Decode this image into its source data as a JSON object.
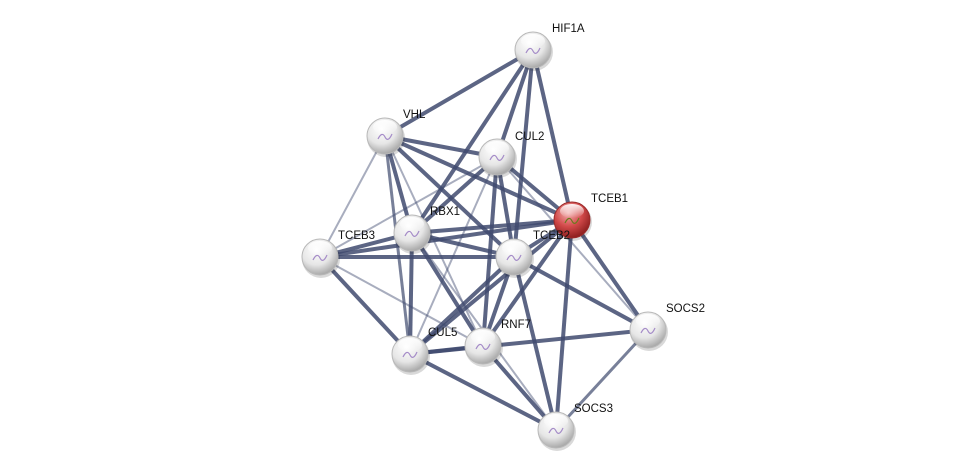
{
  "title": "Protein interaction network",
  "colors": {
    "edge": "#3f4a6e",
    "node": "#e4e4e4",
    "query_node": "#c8393b"
  },
  "nodes": [
    {
      "id": "HIF1A",
      "label": "HIF1A",
      "query": false
    },
    {
      "id": "VHL",
      "label": "VHL",
      "query": false
    },
    {
      "id": "CUL2",
      "label": "CUL2",
      "query": false
    },
    {
      "id": "TCEB1",
      "label": "TCEB1",
      "query": true
    },
    {
      "id": "RBX1",
      "label": "RBX1",
      "query": false
    },
    {
      "id": "TCEB3",
      "label": "TCEB3",
      "query": false
    },
    {
      "id": "TCEB2",
      "label": "TCEB2",
      "query": false
    },
    {
      "id": "SOCS2",
      "label": "SOCS2",
      "query": false
    },
    {
      "id": "CUL5",
      "label": "CUL5",
      "query": false
    },
    {
      "id": "RNF7",
      "label": "RNF7",
      "query": false
    },
    {
      "id": "SOCS3",
      "label": "SOCS3",
      "query": false
    }
  ],
  "edges": [
    [
      "HIF1A",
      "VHL",
      0.9
    ],
    [
      "HIF1A",
      "RBX1",
      0.9
    ],
    [
      "HIF1A",
      "CUL2",
      0.9
    ],
    [
      "HIF1A",
      "TCEB2",
      0.9
    ],
    [
      "HIF1A",
      "TCEB1",
      0.9
    ],
    [
      "VHL",
      "CUL2",
      0.9
    ],
    [
      "VHL",
      "TCEB1",
      0.9
    ],
    [
      "VHL",
      "TCEB2",
      0.9
    ],
    [
      "VHL",
      "RBX1",
      0.9
    ],
    [
      "VHL",
      "TCEB3",
      0.4
    ],
    [
      "VHL",
      "CUL5",
      0.7
    ],
    [
      "VHL",
      "RNF7",
      0.4
    ],
    [
      "CUL2",
      "TCEB1",
      0.9
    ],
    [
      "CUL2",
      "RBX1",
      0.9
    ],
    [
      "CUL2",
      "TCEB2",
      0.9
    ],
    [
      "CUL2",
      "RNF7",
      0.9
    ],
    [
      "CUL2",
      "TCEB3",
      0.4
    ],
    [
      "CUL2",
      "CUL5",
      0.4
    ],
    [
      "CUL2",
      "SOCS2",
      0.3
    ],
    [
      "TCEB1",
      "RBX1",
      0.9
    ],
    [
      "TCEB1",
      "TCEB3",
      0.9
    ],
    [
      "TCEB1",
      "TCEB2",
      0.9
    ],
    [
      "TCEB1",
      "SOCS2",
      0.9
    ],
    [
      "TCEB1",
      "SOCS3",
      0.9
    ],
    [
      "TCEB1",
      "CUL5",
      0.9
    ],
    [
      "TCEB1",
      "RNF7",
      0.9
    ],
    [
      "RBX1",
      "TCEB3",
      0.9
    ],
    [
      "RBX1",
      "TCEB2",
      0.9
    ],
    [
      "RBX1",
      "CUL5",
      0.9
    ],
    [
      "RBX1",
      "RNF7",
      0.9
    ],
    [
      "RBX1",
      "SOCS3",
      0.4
    ],
    [
      "TCEB3",
      "TCEB2",
      0.9
    ],
    [
      "TCEB3",
      "CUL5",
      0.9
    ],
    [
      "TCEB3",
      "RNF7",
      0.4
    ],
    [
      "TCEB2",
      "CUL5",
      0.9
    ],
    [
      "TCEB2",
      "RNF7",
      0.9
    ],
    [
      "TCEB2",
      "SOCS2",
      0.9
    ],
    [
      "TCEB2",
      "SOCS3",
      0.9
    ],
    [
      "CUL5",
      "RNF7",
      0.95
    ],
    [
      "CUL5",
      "SOCS3",
      0.9
    ],
    [
      "CUL5",
      "SOCS2",
      0.95
    ],
    [
      "RNF7",
      "SOCS3",
      0.9
    ],
    [
      "SOCS2",
      "SOCS3",
      0.7
    ]
  ]
}
